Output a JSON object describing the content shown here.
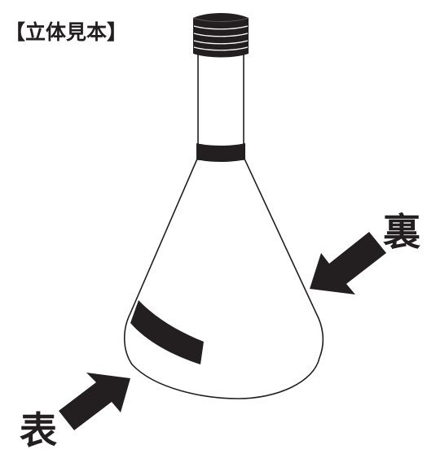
{
  "title": "【立体見本】",
  "labels": {
    "back": "裏",
    "front": "表"
  },
  "colors": {
    "ink": "#231f20",
    "paper": "#ffffff"
  }
}
